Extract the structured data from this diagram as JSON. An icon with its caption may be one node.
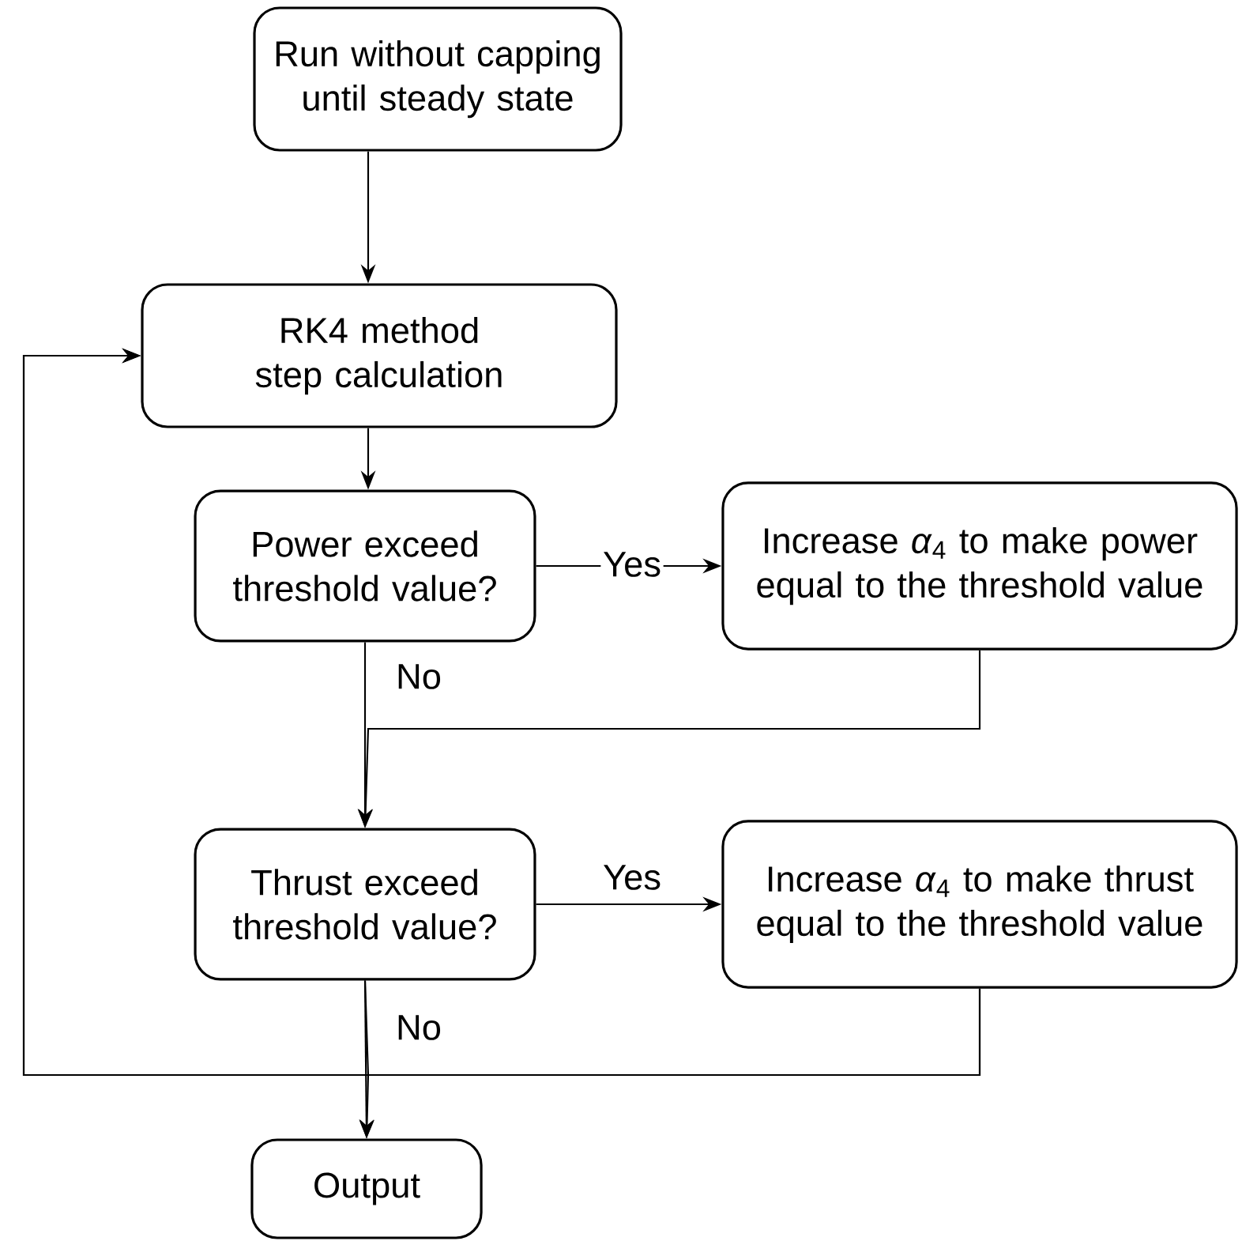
{
  "diagram": {
    "nodes": [
      {
        "text": [
          "Run without capping until steady state"
        ]
      },
      {
        "text": [
          "RK4 method step calculation"
        ]
      },
      {
        "text": [
          "Power exceed threshold value?"
        ]
      },
      {
        "text": [
          "Increase *α*$_{4}$ to make power equal to the threshold value"
        ]
      },
      {
        "text": [
          "Thrust exceed threshold value?"
        ]
      },
      {
        "text": [
          "Increase *α*$_{4}$ to make thrust equal to the threshold value"
        ]
      },
      {
        "text": [
          "Output"
        ]
      }
    ],
    "edges": [
      {
        "from": 0,
        "to": 1,
        "arrow": "to"
      },
      {
        "from": 1,
        "to": 2,
        "arrow": "to"
      },
      {
        "from": 2,
        "to": 3,
        "arrow": "to",
        "label": "Yes"
      },
      {
        "from": 2,
        "to": 4,
        "arrow": "to",
        "label": "No"
      },
      {
        "from": 3,
        "to": 4,
        "arrow": "to"
      },
      {
        "from": 4,
        "to": 5,
        "arrow": "to",
        "label": "Yes"
      },
      {
        "from": 4,
        "to": 6,
        "arrow": "to",
        "label": "No"
      },
      {
        "from": 5,
        "to": 6,
        "arrow": "to"
      },
      {
        "from": 4,
        "to": 1,
        "arrow": "to"
      },
      {
        "from": 5,
        "to": 1,
        "arrow": "to"
      }
    ]
  }
}
